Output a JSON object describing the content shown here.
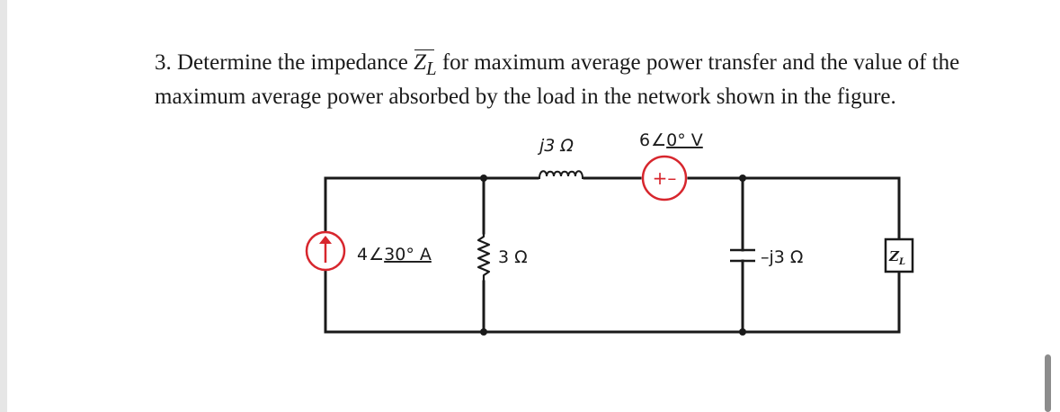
{
  "question": {
    "part1": "3. Determine the impedance ",
    "impedance_symbol": "Z",
    "impedance_subscript": "L",
    "part2": " for maximum average power transfer and the value of the maximum average power absorbed by the load in the network shown in the figure."
  },
  "circuit": {
    "current_source_label": "4/30° A",
    "current_source_magnitude": "4",
    "current_source_angle": "30° A",
    "resistor_label": "3 Ω",
    "inductor_label": "j3 Ω",
    "voltage_source_label": "6/0° V",
    "voltage_source_magnitude": "6",
    "voltage_source_angle": "0° V",
    "voltage_source_polarity": "+–",
    "capacitor_label": "–j3 Ω",
    "load_symbol": "Z",
    "load_subscript": "L"
  },
  "colors": {
    "wire": "#1a1a1a",
    "source": "#d7262d",
    "text": "#1a1a1a"
  }
}
